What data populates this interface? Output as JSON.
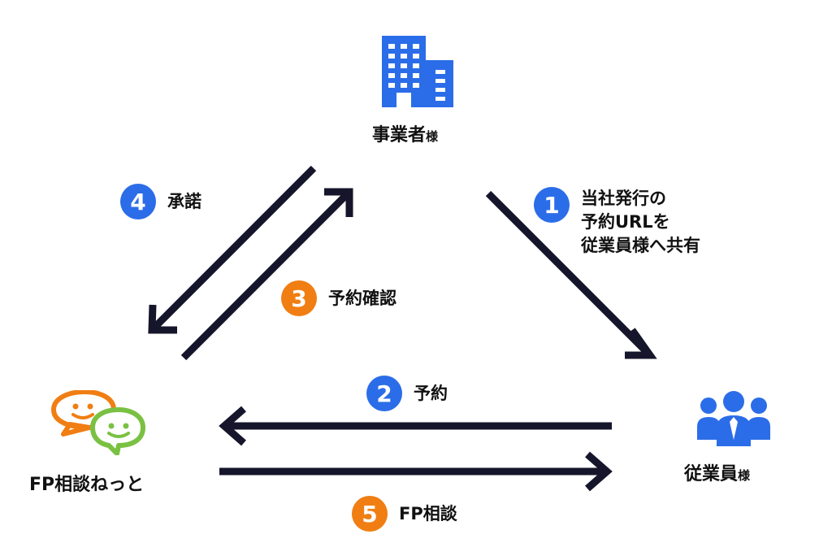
{
  "nodes": {
    "company": {
      "label": "事業者",
      "suffix": "様"
    },
    "employee": {
      "label": "従業員",
      "suffix": "様"
    },
    "fp": {
      "label": "FP相談ねっと"
    }
  },
  "steps": [
    {
      "number": "1",
      "lines": [
        "当社発行の",
        "予約URLを",
        "従業員様へ共有"
      ]
    },
    {
      "number": "2",
      "lines": [
        "予約"
      ]
    },
    {
      "number": "3",
      "lines": [
        "予約確認"
      ]
    },
    {
      "number": "4",
      "lines": [
        "承諾"
      ]
    },
    {
      "number": "5",
      "lines": [
        "FP相談"
      ]
    }
  ],
  "colors": {
    "blue": "#2b6de8",
    "orange": "#f07e13",
    "green": "#7ac143",
    "arrow": "#15162b"
  },
  "icons": {
    "company": "building-icon",
    "employee": "people-icon",
    "fp": "chat-faces-icon"
  }
}
